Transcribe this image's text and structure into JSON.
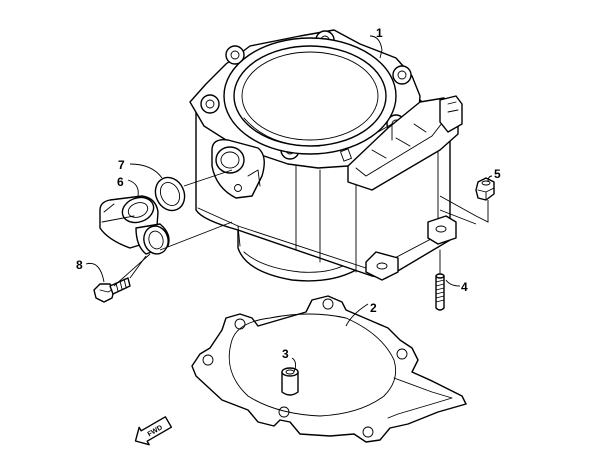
{
  "callouts": {
    "c1": "1",
    "c2": "2",
    "c3": "3",
    "c4": "4",
    "c5": "5",
    "c6": "6",
    "c7": "7",
    "c8": "8"
  },
  "direction_arrow": {
    "label": "FWD"
  },
  "icons": [
    "forward-arrow-icon"
  ]
}
